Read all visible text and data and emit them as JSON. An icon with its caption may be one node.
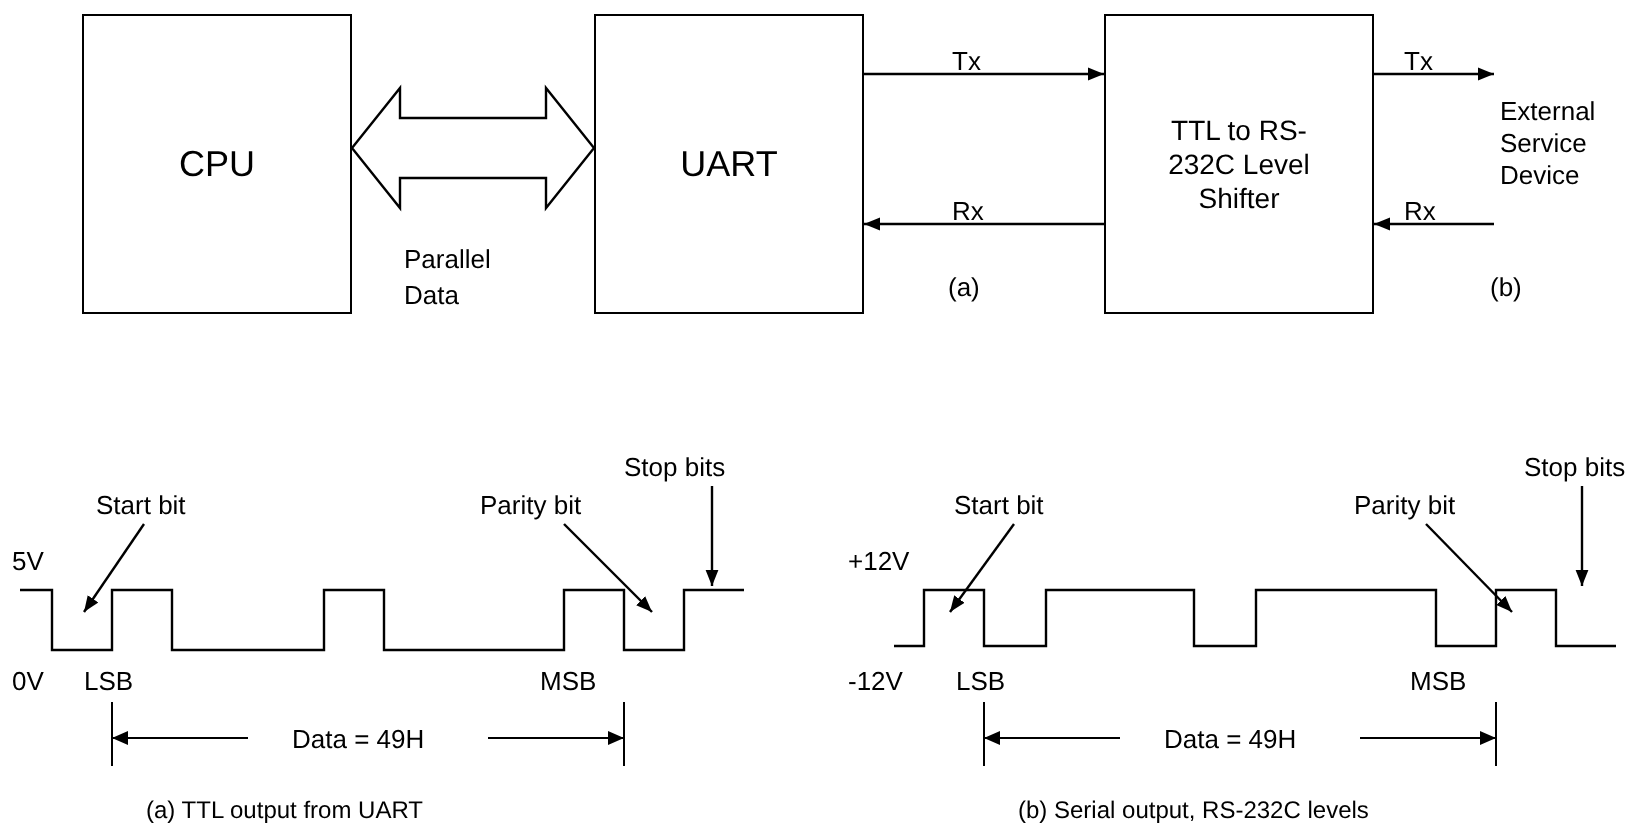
{
  "diagram": {
    "nodes": [
      {
        "text": [
          "CPU"
        ]
      },
      {
        "text": [
          "UART"
        ]
      },
      {
        "text": [
          "TTL to RS-232C Level Shifter"
        ]
      },
      {
        "text": [
          "External Service Device"
        ]
      },
      {
        "text": [
          "Start bit"
        ]
      },
      {
        "text": [
          "Parity bit"
        ]
      },
      {
        "text": [
          "Stop bits"
        ]
      },
      {
        "text": [
          "Start bit"
        ]
      },
      {
        "text": [
          "Parity bit"
        ]
      },
      {
        "text": [
          "Stop bits"
        ]
      },
      {
        "text": [],
        "shape": "picture"
      },
      {
        "text": [],
        "shape": "picture"
      }
    ],
    "edges": [
      {
        "from": 0,
        "to": 1,
        "arrow": "both",
        "label": "Parallel Data",
        "style": "thick"
      },
      {
        "from": 1,
        "to": 2,
        "arrow": "to",
        "label": "Tx"
      },
      {
        "from": 2,
        "to": 1,
        "arrow": "to",
        "label": "Rx"
      },
      {
        "from": 2,
        "to": 3,
        "arrow": "to",
        "label": "Tx"
      },
      {
        "from": 3,
        "to": 2,
        "arrow": "to",
        "label": "Rx"
      },
      {
        "from": 4,
        "to": 10,
        "arrow": "to"
      },
      {
        "from": 5,
        "to": 10,
        "arrow": "to"
      },
      {
        "from": 6,
        "to": 10,
        "arrow": "to"
      },
      {
        "from": 7,
        "to": 11,
        "arrow": "to"
      },
      {
        "from": 8,
        "to": 11,
        "arrow": "to"
      },
      {
        "from": 9,
        "to": 11,
        "arrow": "to"
      }
    ],
    "labels": [
      "(a)",
      "(b)",
      "5V",
      "0V",
      "LSB",
      "MSB",
      "Data = 49H",
      "+12V",
      "-12V",
      "LSB",
      "MSB",
      "Data = 49H",
      "(a) TTL output from UART",
      "(b) Serial output, RS-232C levels"
    ]
  }
}
